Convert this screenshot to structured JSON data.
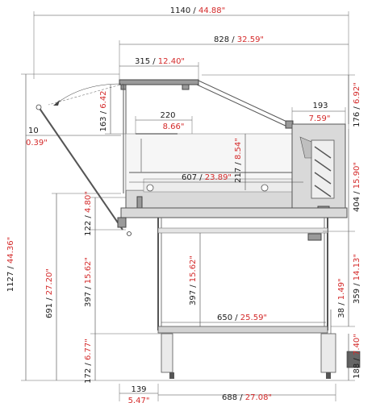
{
  "dimensions": {
    "total_width": {
      "mm": "1140",
      "sep": " / ",
      "inch": "44.88\""
    },
    "top_depth": {
      "mm": "828",
      "sep": " / ",
      "inch": "32.59\""
    },
    "lid_depth": {
      "mm": "315",
      "sep": " / ",
      "inch": "12.40\""
    },
    "lid_height": {
      "mm": "163",
      "sep": " / ",
      "inch": "6.42"
    },
    "glass_offset": {
      "mm": "10",
      "sep": "",
      "inch": "0.39\""
    },
    "shelf_width": {
      "mm": "220",
      "sep": "",
      "inch": "8.66\""
    },
    "rear_depth": {
      "mm": "193",
      "sep": "",
      "inch": "7.59\""
    },
    "rear_top_height": {
      "mm": "176",
      "sep": " / ",
      "inch": "6.92\""
    },
    "display_height": {
      "mm": "217",
      "sep": " / ",
      "inch": "8.54\""
    },
    "well_depth": {
      "mm": "607",
      "sep": " / ",
      "inch": "23.89\""
    },
    "rear_unit_height": {
      "mm": "404",
      "sep": " / ",
      "inch": "15.90\""
    },
    "total_height": {
      "mm": "1127",
      "sep": " / ",
      "inch": "44.36\""
    },
    "front_gap": {
      "mm": "122",
      "sep": " / ",
      "inch": "4.80\""
    },
    "front_to_floor": {
      "mm": "691",
      "sep": " / ",
      "inch": "27.20\""
    },
    "front_leg_height": {
      "mm": "397",
      "sep": " / ",
      "inch": "15.62\""
    },
    "stand_height": {
      "mm": "397",
      "sep": " / ",
      "inch": "15.62\""
    },
    "rear_leg_height": {
      "mm": "359",
      "sep": " / ",
      "inch": "14.13\""
    },
    "rail_height": {
      "mm": "38",
      "sep": " / ",
      "inch": "1.49\""
    },
    "stand_width": {
      "mm": "650",
      "sep": " / ",
      "inch": "25.59\""
    },
    "base_height": {
      "mm": "172",
      "sep": " / ",
      "inch": "6.77\""
    },
    "foot_height": {
      "mm": "188",
      "sep": " / ",
      "inch": "7.40\""
    },
    "front_overhang": {
      "mm": "139",
      "sep": "",
      "inch": "5.47\""
    },
    "base_width": {
      "mm": "688",
      "sep": " / ",
      "inch": "27.08\""
    }
  }
}
